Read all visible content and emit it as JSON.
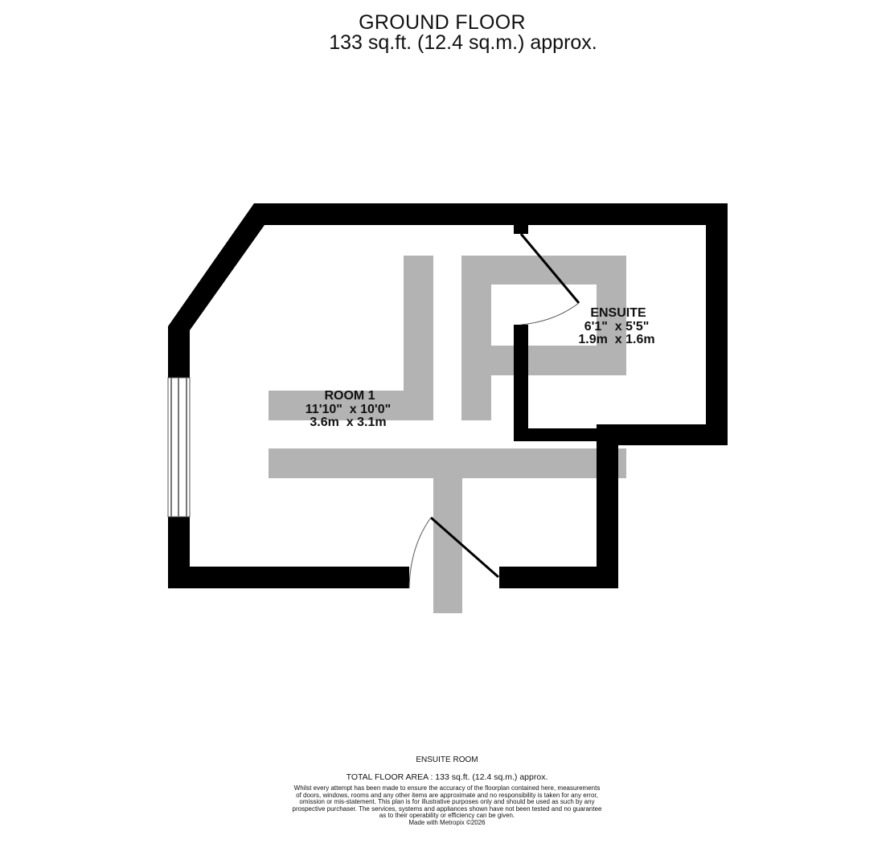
{
  "header": {
    "floor_name": "GROUND FLOOR",
    "floor_area": "133 sq.ft. (12.4 sq.m.) approx."
  },
  "rooms": {
    "room1": {
      "name": "ROOM 1",
      "imperial": "11'10\"  x 10'0\"",
      "metric": "3.6m  x 3.1m"
    },
    "ensuite": {
      "name": "ENSUITE",
      "imperial": "6'1\"  x 5'5\"",
      "metric": "1.9m  x 1.6m"
    }
  },
  "footer": {
    "caption": "ENSUITE ROOM",
    "total": "TOTAL FLOOR AREA : 133 sq.ft. (12.4 sq.m.) approx.",
    "disclaimer_lines": [
      "Whilst every attempt has been made to ensure the accuracy of the floorplan contained here, measurements",
      "of doors, windows, rooms and any other items are approximate and no responsibility is taken for any error,",
      "omission or mis-statement. This plan is for illustrative purposes only and should be used as such by any",
      "prospective purchaser. The services, systems and appliances shown have not been tested and no guarantee",
      "as to their operability or efficiency can be given."
    ],
    "credit": "Made with Metropix ©2026"
  },
  "colors": {
    "wall": "#000000",
    "watermark": "#b3b3b3",
    "background": "#ffffff"
  }
}
